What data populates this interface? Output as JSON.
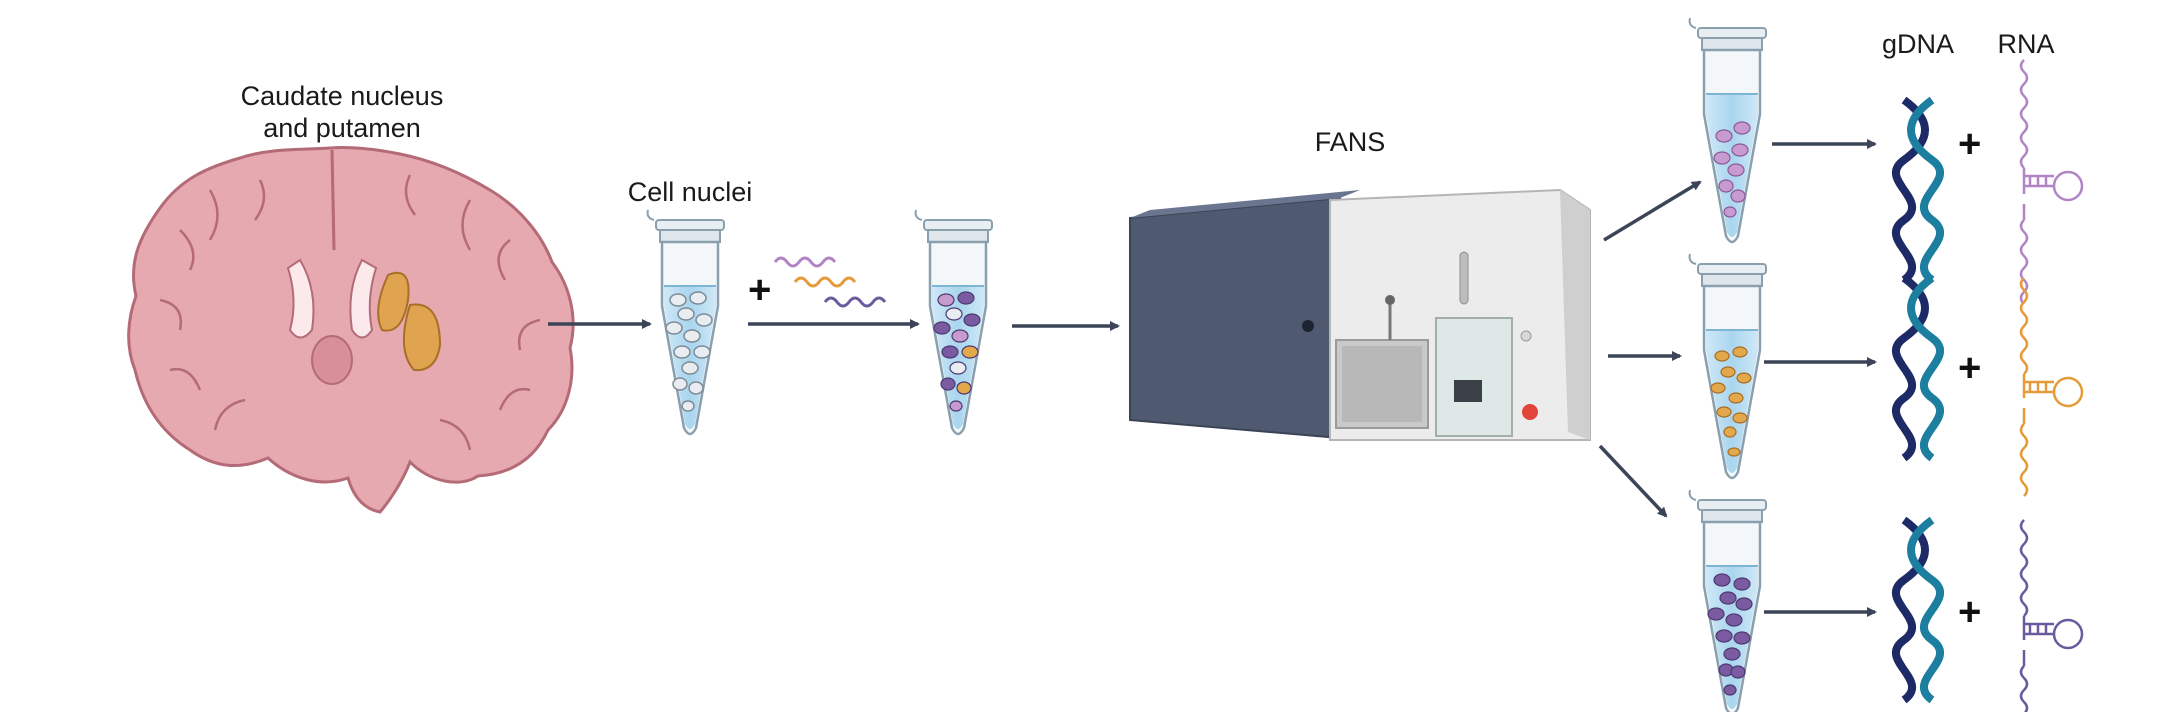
{
  "labels": {
    "brain_region_line1": "Caudate nucleus",
    "brain_region_line2": "and putamen",
    "nuclei": "Cell nuclei",
    "sorter": "FANS",
    "gdna": "gDNA",
    "rna": "RNA"
  },
  "plus_sign": "+",
  "colors": {
    "brain": "#e6a9b0",
    "brain_dark": "#b46b77",
    "putamen": "#e0a34f",
    "arrow": "#3c4557",
    "tube_liquid": "#b9ddf2",
    "tube_outline": "#8aa0ae",
    "nucleus_white": "#e9edf1",
    "nucleus_purple": "#7a5aa0",
    "nucleus_lilac": "#c79ad0",
    "nucleus_orange": "#e3a74c",
    "dna_dark": "#1d2a66",
    "dna_teal": "#1c7fa0",
    "rna_lilac": "#b184c6",
    "rna_orange": "#e69a3a",
    "rna_purple": "#6a5a9e",
    "machine_dark": "#4f5a70",
    "machine_light": "#ececec"
  },
  "sorted_populations": [
    {
      "nuclei_color": "lilac",
      "rna_color": "lilac"
    },
    {
      "nuclei_color": "orange",
      "rna_color": "orange"
    },
    {
      "nuclei_color": "purple",
      "rna_color": "purple"
    }
  ]
}
